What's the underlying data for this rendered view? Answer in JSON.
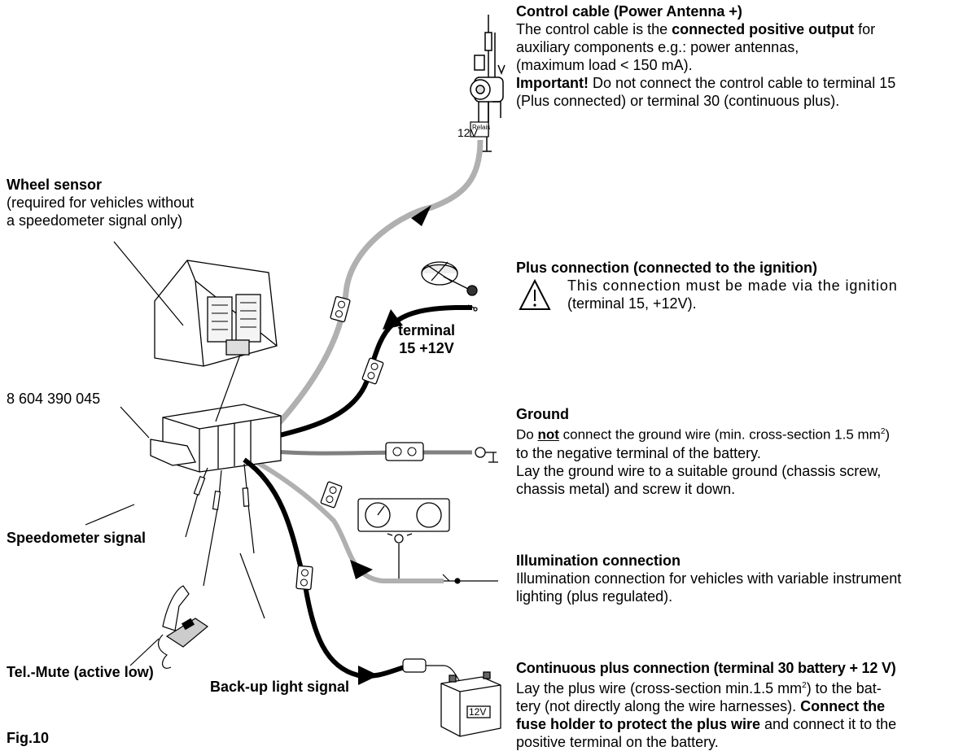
{
  "antenna": {
    "title": "Control cable (Power Antenna +)",
    "line1_pre": "The control cable is the ",
    "line1_bold": "connected positive output",
    "line1_post": " for",
    "line2": "auxiliary components e.g.: power antennas,",
    "line3": "(maximum load < 150 mA).",
    "important_bold": "Important!",
    "important_rest": " Do not connect the control cable to terminal 15",
    "line5": "(Plus connected) or terminal 30 (continuous plus).",
    "label_12v": "12V",
    "label_relais": "Relais"
  },
  "wheel_sensor": {
    "title": "Wheel sensor",
    "line1": "(required for vehicles without",
    "line2": "a speedometer signal only)"
  },
  "plus_connection": {
    "title": "Plus connection (connected to the ignition)",
    "line1": "This connection must be made via the ignition",
    "line2": "(terminal 15, +12V).",
    "terminal_line1": "terminal",
    "terminal_line2": "15 +12V"
  },
  "part_number": "8 604 390 045",
  "ground": {
    "title": "Ground",
    "l1_pre": "Do ",
    "l1_not": "not",
    "l1_mid": " connect the ground wire (min. cross-section 1.5 mm",
    "l1_sup": "2",
    "l1_end": ")",
    "line2": "to the negative terminal of the battery.",
    "line3": "Lay the ground wire to a suitable ground (chassis screw,",
    "line4": "chassis metal) and screw it down."
  },
  "speedometer_signal": "Speedometer signal",
  "illumination": {
    "title": "Illumination connection",
    "line1": "Illumination connection for vehicles with variable instrument",
    "line2": "lighting (plus regulated)."
  },
  "tel_mute": "Tel.-Mute (active low)",
  "backup_light": "Back-up light signal",
  "continuous_plus": {
    "title": "Continuous plus connection (terminal 30 battery + 12 V)",
    "l1_pre": "Lay the plus wire (cross-section  min.1.5 mm",
    "l1_sup": "2",
    "l1_post": ") to the bat-",
    "l2_pre": "tery (not directly along the wire harnesses). ",
    "l2_bold": "Connect the",
    "l3_bold": "fuse holder to protect the plus wire",
    "l3_post": " and connect it to the",
    "line4": "positive terminal on the battery.",
    "battery_label": "12V"
  },
  "figure_label": "Fig.10",
  "colors": {
    "gray_wire": "#b0b0b0",
    "dark_wire": "#808080",
    "black_wire": "#000000"
  }
}
